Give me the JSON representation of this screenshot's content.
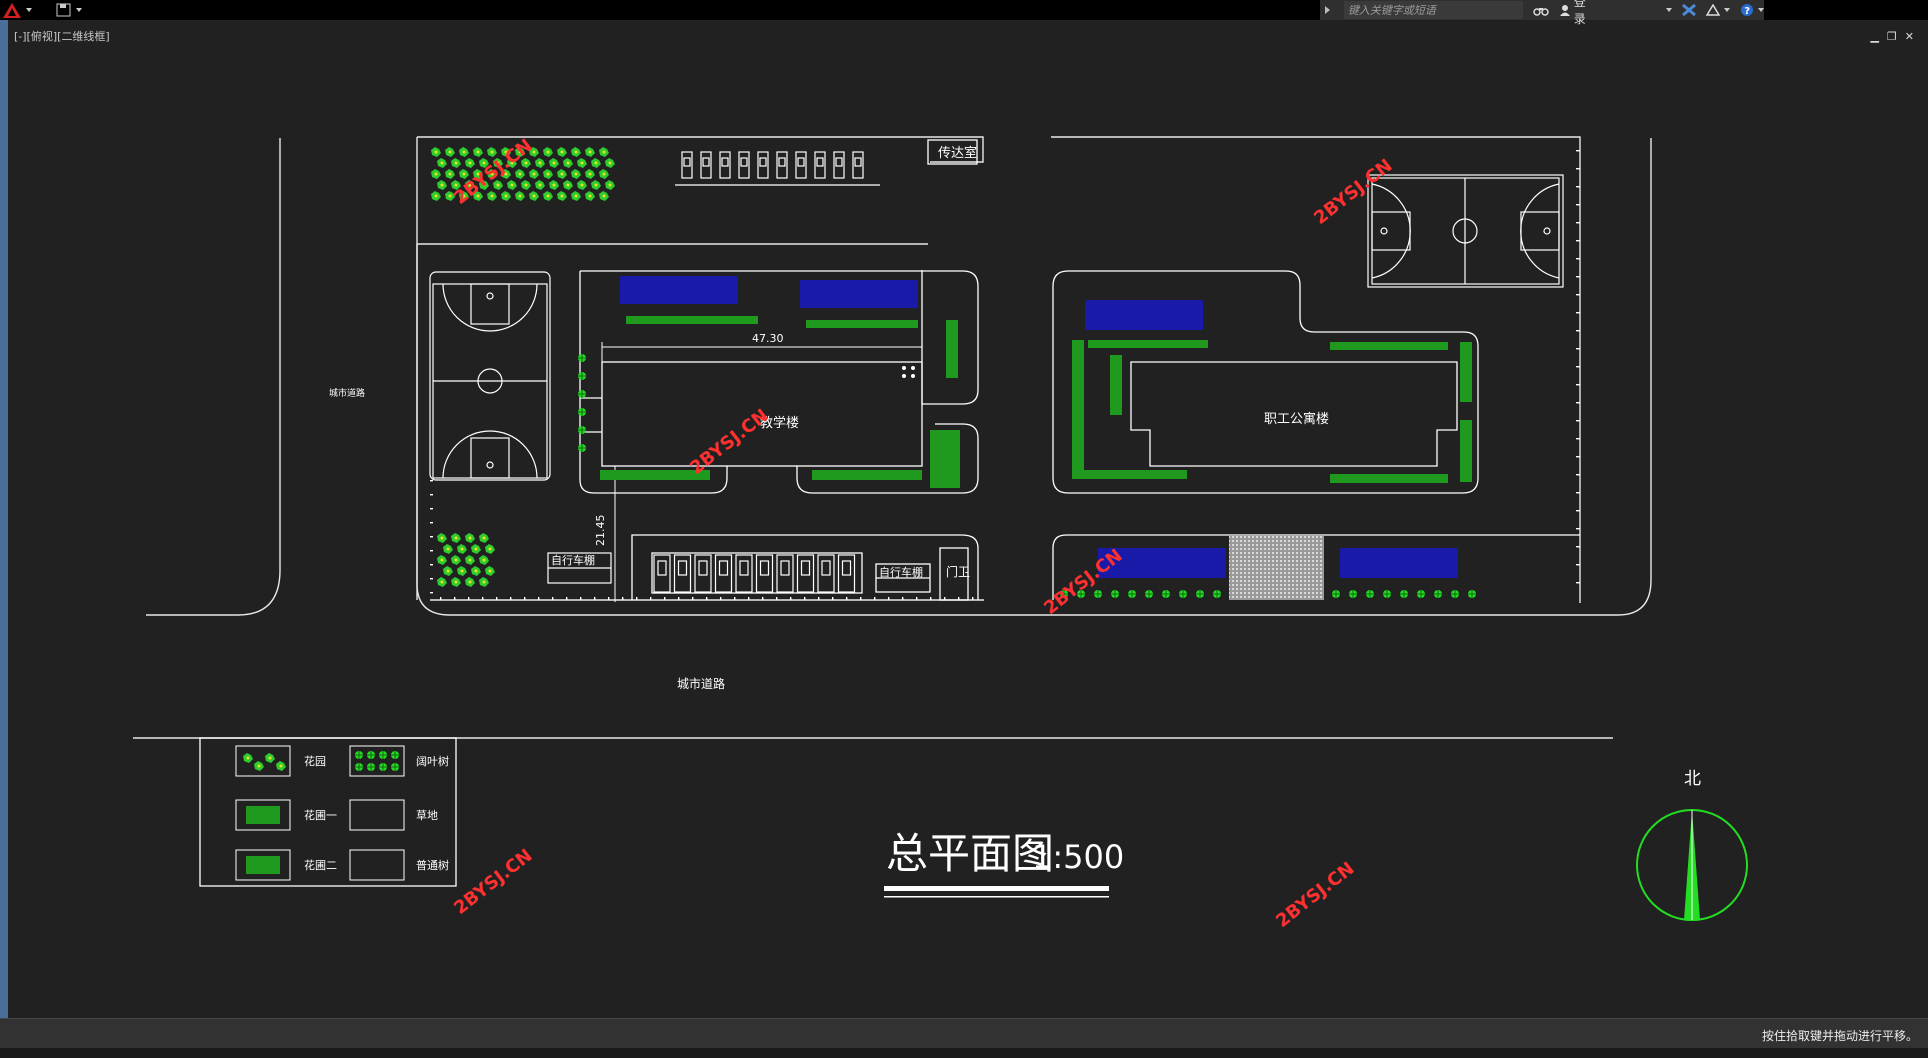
{
  "app": {
    "viewport_label": "[-][俯视][二维线框]",
    "search_placeholder": "键入关键字或短语",
    "login_label": "登录",
    "status_text": "按住拾取键并拖动进行平移。"
  },
  "drawing": {
    "title": "总平面图",
    "scale": "1:500",
    "buildings": {
      "teaching": "教学楼",
      "dorm": "职工公寓楼",
      "guard": "传达室",
      "gate": "门卫",
      "bike_shed_1": "自行车棚",
      "bike_shed_2": "自行车棚"
    },
    "roads": {
      "left": "城市道路",
      "bottom": "城市道路"
    },
    "dimensions": {
      "horizontal": "47.30",
      "vertical": "21.45"
    },
    "north": "北",
    "legend": [
      {
        "label": "花园"
      },
      {
        "label": "阔叶树"
      },
      {
        "label": "花圃一"
      },
      {
        "label": "草地"
      },
      {
        "label": "花圃二"
      },
      {
        "label": "普通树"
      }
    ],
    "watermark": "2BYSJ.CN"
  },
  "colors": {
    "background": "#212121",
    "accent_red": "#ff3030",
    "tree_green": "#22dd22",
    "shrub_blue": "#1a1aa8"
  }
}
